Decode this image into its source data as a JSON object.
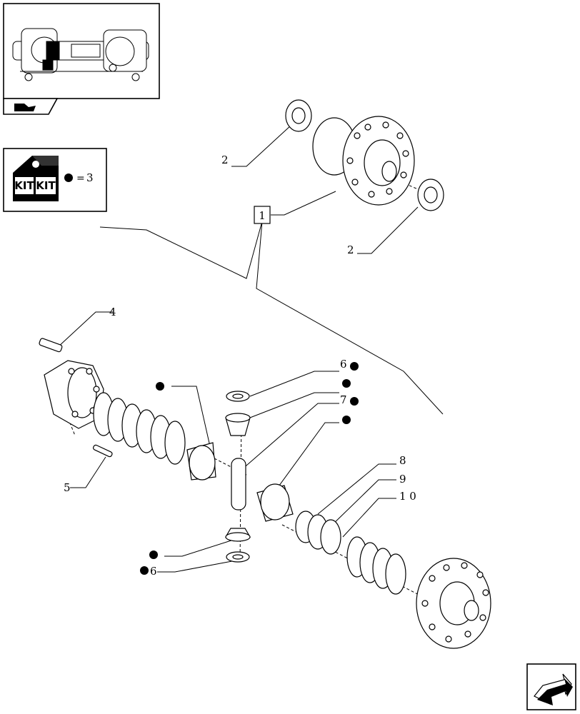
{
  "kit_legend": {
    "kit_left": "KIT",
    "kit_right": "KIT",
    "equals": "=",
    "kit_number": "3"
  },
  "callouts": {
    "c1": "1",
    "c2a": "2",
    "c2b": "2",
    "c4": "4",
    "c5": "5",
    "c6a": "6",
    "c6b": "6",
    "c7": "7",
    "c8": "8",
    "c9": "9",
    "c10": "1 0"
  },
  "icons": [
    "axle-thumbnail-icon",
    "arrow-badge-icon",
    "kit-box-icon",
    "kit-bullet-icon",
    "navigation-arrow-icon"
  ],
  "colors": {
    "line": "#000000",
    "background": "#ffffff"
  }
}
